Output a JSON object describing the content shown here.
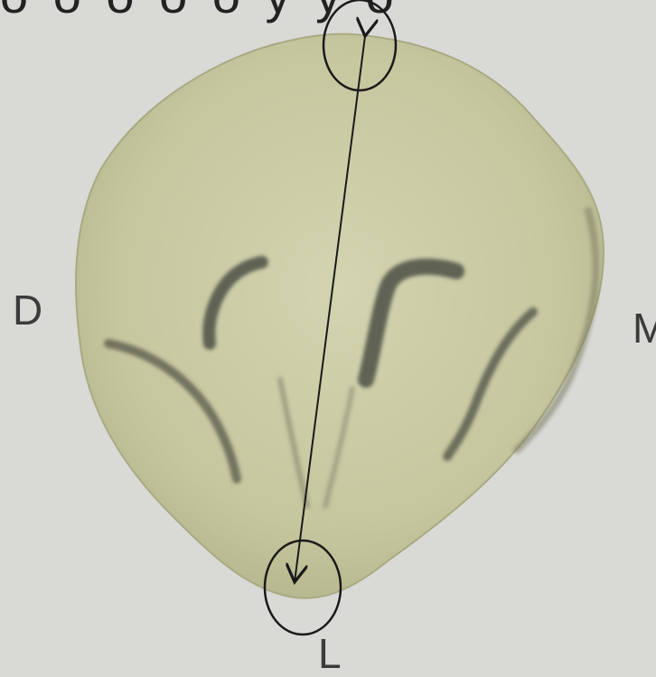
{
  "labels": {
    "distal": "D",
    "mesial": "M",
    "lingual": "L"
  },
  "top_text_fragment": "o o o  o o   y y o",
  "colors": {
    "background": "#d9d9d6",
    "tooth_fill": "#c9caa3",
    "groove": "#4e4f44",
    "annotation": "#1a1a1a"
  }
}
